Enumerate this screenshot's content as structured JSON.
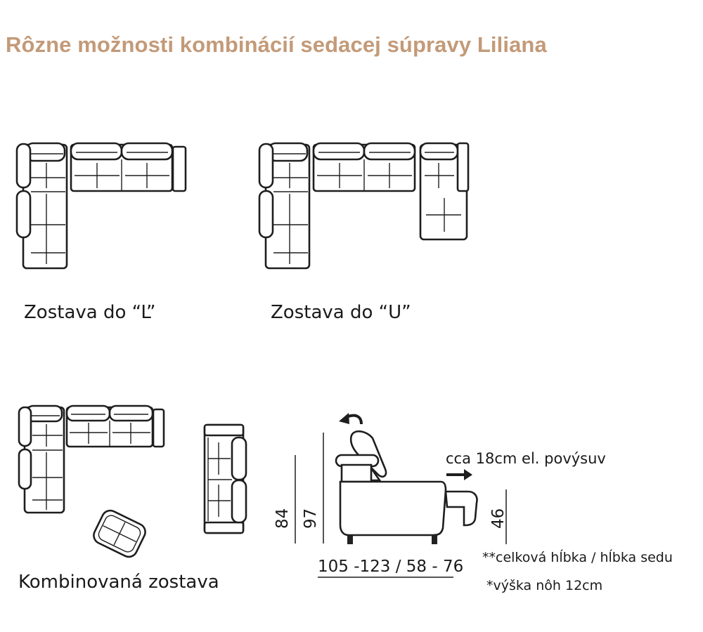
{
  "title": "Rôzne možnosti kombinácií sedacej súpravy Liliana",
  "title_color": "#c39a78",
  "layouts": [
    {
      "caption": "Zostava do “L”"
    },
    {
      "caption": "Zostava do “U”"
    },
    {
      "caption": "Kombinovaná zostava"
    }
  ],
  "profile": {
    "extension_note": "cca 18cm el. povýsuv",
    "height_total": "97",
    "height_seat_back": "84",
    "height_seat": "46",
    "depth": "105 -123 / 58 - 76",
    "note_depth": "**celková hĺbka / hĺbka sedu",
    "note_legs": "*výška nôh 12cm"
  }
}
